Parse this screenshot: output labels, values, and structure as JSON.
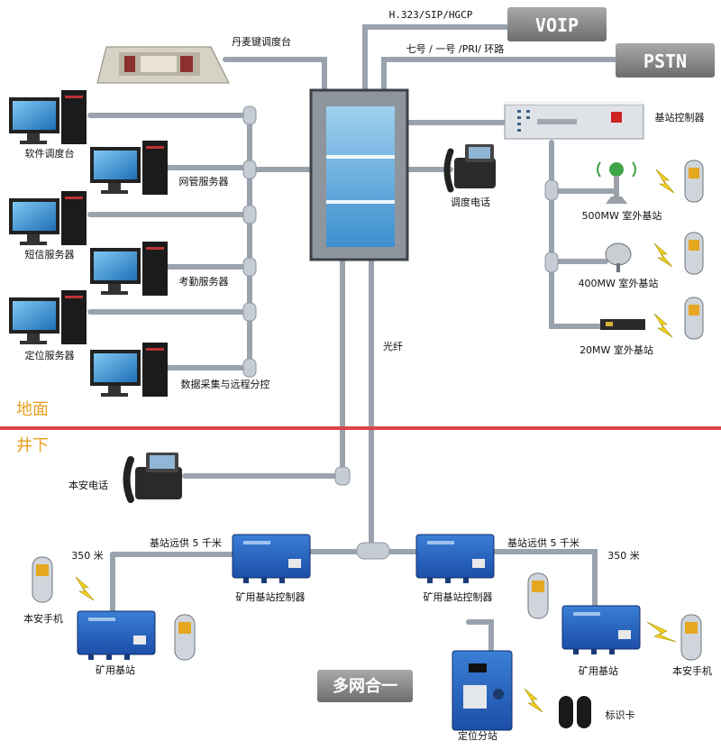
{
  "top_links": {
    "voip_protocols": "H.323/SIP/HGCP",
    "voip": "VOIP",
    "pstn_protocols": "七号 / 一号 /PRI/ 环路",
    "pstn": "PSTN"
  },
  "ground": {
    "dispatch_console": "丹麦键调度台",
    "servers": [
      "软件调度台",
      "网管服务器",
      "短信服务器",
      "考勤服务器",
      "定位服务器",
      "数据采集与远程分控"
    ],
    "dispatch_phone": "调度电话",
    "base_controller": "基站控制器",
    "outdoor_stations": [
      "500MW 室外基站",
      "400MW 室外基站",
      "20MW 室外基站"
    ],
    "fiber": "光纤"
  },
  "divider": {
    "above": "地面",
    "below": "井下",
    "line_color": "#d9464c",
    "text_color": "#e8a020"
  },
  "underground": {
    "intrinsic_phone": "本安电话",
    "range_350_left": "350 米",
    "range_350_right": "350 米",
    "remote_power_left": "基站远供 5 千米",
    "remote_power_right": "基站远供 5 千米",
    "mine_controller_left": "矿用基站控制器",
    "mine_controller_right": "矿用基站控制器",
    "mine_station_left": "矿用基站",
    "mine_station_right": "矿用基站",
    "handset_left": "本安手机",
    "handset_right": "本安手机",
    "positioning_substation": "定位分站",
    "id_card": "标识卡",
    "multi_network": "多网合一"
  }
}
